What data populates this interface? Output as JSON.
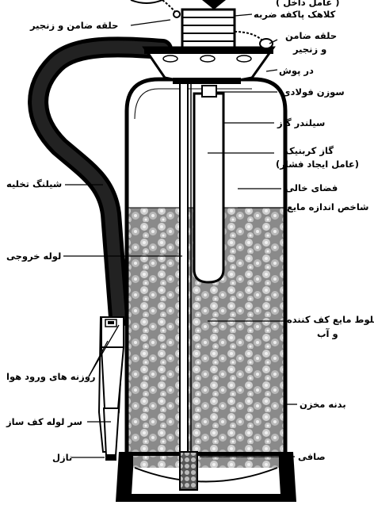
{
  "labels": {
    "top_partial": "( عامل داخل )",
    "percussion_cap": "کلاهک پاکفه ضربه",
    "safety_ring_chain_left": "حلقه ضامن و زنجیر",
    "safety_ring_chain_right_1": "حلقه ضامن",
    "safety_ring_chain_right_2": "و زنجیر",
    "lid": "در پوش",
    "steel_needle": "سوزن فولادی",
    "gas_cylinder": "سیلندر گاز",
    "co2_gas_1": "گاز کربنیک",
    "co2_gas_2": "(عامل ایجاد فشار)",
    "empty_space": "فضای خالی",
    "liquid_level_indicator": "شاخص اندازه مایع",
    "discharge_hose": "شیلنگ تخلیه",
    "outlet_pipe": "لوله خروجی",
    "foam_mixture_1": "مخلوط مایع کف کننده",
    "foam_mixture_2": "و آب",
    "air_inlet_holes": "روزنه های ورود هوا",
    "foam_nozzle_head": "سر لوله کف ساز",
    "nozzle": "نازل",
    "filter": "صافی",
    "tank_body": "بدنه مخزن"
  },
  "colors": {
    "ink": "#000000",
    "liquid": "#8f8f8f",
    "bubble": "#d9d9d9",
    "tank_fill": "#ffffff"
  }
}
